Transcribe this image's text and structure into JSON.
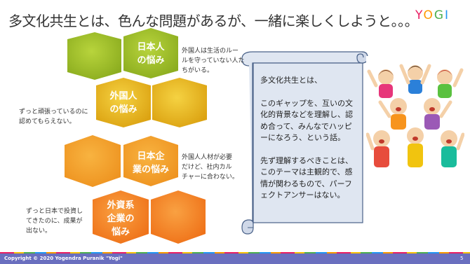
{
  "slide": {
    "title": "多文化共生とは、色んな問題があるが、一緒に楽しくしようと。。。",
    "logo": [
      "Y",
      "O",
      "G",
      "I"
    ]
  },
  "hexes": [
    {
      "label_line1": "日本人",
      "label_line2": "の悩み"
    },
    {
      "label_line1": "外国人",
      "label_line2": "の悩み"
    },
    {
      "label_line1": "日本企",
      "label_line2": "業の悩み"
    },
    {
      "label_line1": "外資系",
      "label_line2": "企業の",
      "label_line3": "悩み"
    }
  ],
  "notes": {
    "japanese_people": [
      "外国人は生活のルー",
      "ルを守っていない人た",
      "ちがいる。"
    ],
    "foreign_people": [
      "ずっと頑張っているのに",
      "認めてもらえない。"
    ],
    "japanese_companies": [
      "外国人人材が必要",
      "だけど、社内カル",
      "チャーに合わない。"
    ],
    "foreign_companies": [
      "ずっと日本で投資し",
      "てきたのに、成果が",
      "出ない。"
    ]
  },
  "scroll": {
    "p1": "多文化共生とは、",
    "p2": "このギャップを、互いの文化的背景などを理解し、認め合って、みんなでハッピーになろう、という話。",
    "p3": "先ず理解するべきことは、このテーマは主観的で、感情が関わるもので、パーフェクトアンサーはない。"
  },
  "footer": {
    "copyright": "Copyright © 2020 Yogendra Puranik \"Yogi\"",
    "page": "5"
  },
  "colors": {
    "hex_green": "#9bbb2f",
    "hex_yellow": "#e6b81c",
    "hex_orange": "#f0a030",
    "hex_deep_orange": "#f37e20",
    "scroll_fill": "#dfe6f1",
    "scroll_stroke": "#4a6289",
    "footer": "#6a6fbf"
  }
}
